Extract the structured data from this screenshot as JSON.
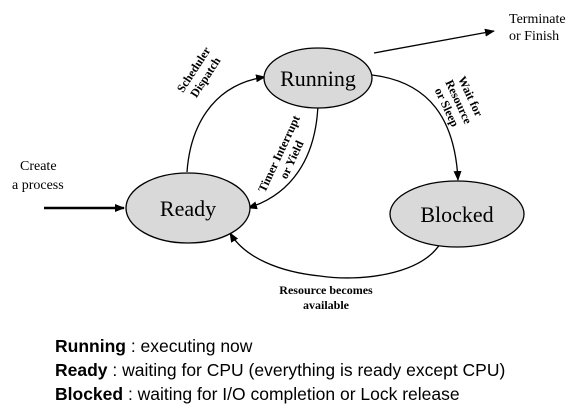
{
  "states": {
    "running": "Running",
    "ready": "Ready",
    "blocked": "Blocked"
  },
  "external": {
    "create_line1": "Create",
    "create_line2": "a process",
    "terminate_line1": "Terminate",
    "terminate_line2": "or Finish"
  },
  "transitions": {
    "dispatch_line1": "Scheduler",
    "dispatch_line2": "Dispatch",
    "interrupt_line1": "Timer Interrupt",
    "interrupt_line2": "or Yield",
    "wait_line1": "Wait for",
    "wait_line2": "Resource",
    "wait_line3": "or Sleep",
    "resource_line1": "Resource becomes",
    "resource_line2": "available"
  },
  "legend": [
    {
      "term": "Running",
      "desc": " : executing now"
    },
    {
      "term": "Ready",
      "desc": " : waiting for CPU (everything is ready except CPU)"
    },
    {
      "term": "Blocked",
      "desc": " : waiting for I/O completion or Lock release"
    }
  ],
  "colors": {
    "state_fill": "#d9d9d9",
    "stroke": "#000000"
  }
}
